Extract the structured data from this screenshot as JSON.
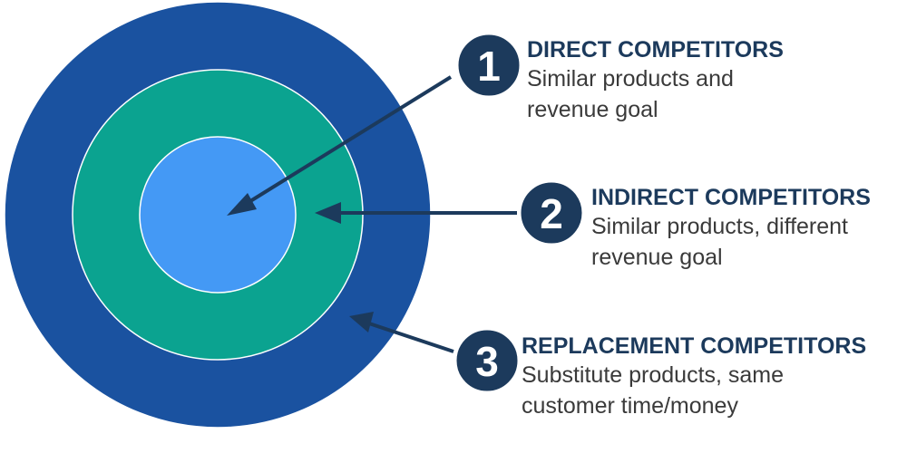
{
  "colors": {
    "outer_ring": "#1a52a0",
    "middle_ring": "#0ba390",
    "inner_circle": "#4499f5",
    "ring_border": "#ffffff",
    "badge": "#1c3a5c",
    "arrow": "#1c3a5c",
    "title_text": "#1c3a5c",
    "desc_text": "#3a3a3a"
  },
  "items": [
    {
      "number": "1",
      "title": "DIRECT COMPETITORS",
      "desc_line1": "Similar products and",
      "desc_line2": "revenue goal"
    },
    {
      "number": "2",
      "title": "INDIRECT COMPETITORS",
      "desc_line1": "Similar products, different",
      "desc_line2": "revenue goal"
    },
    {
      "number": "3",
      "title": "REPLACEMENT COMPETITORS",
      "desc_line1": "Substitute products, same",
      "desc_line2": "customer time/money"
    }
  ]
}
